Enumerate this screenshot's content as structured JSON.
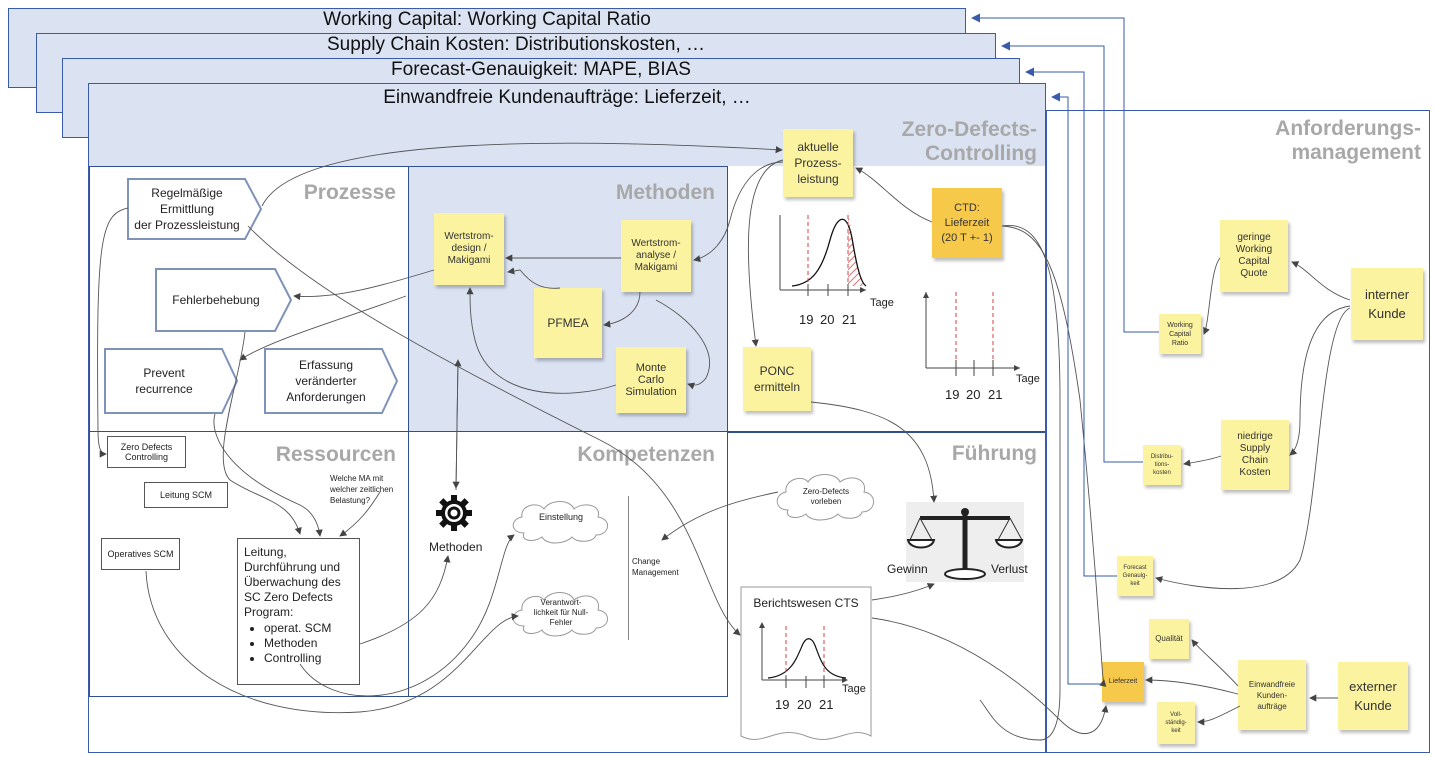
{
  "layers": {
    "working_capital": "Working Capital: Working Capital Ratio",
    "supply_chain": "Supply Chain Kosten: Distributionskosten, …",
    "forecast": "Forecast-Genauigkeit: MAPE, BIAS",
    "kundenauftraege": "Einwandfreie Kundenaufträge: Lieferzeit, …"
  },
  "sections": {
    "zero_defects_controlling": "Zero-Defects-\nControlling",
    "anforderungsmanagement": "Anforderungs-\nmanagement",
    "prozesse": "Prozesse",
    "methoden": "Methoden",
    "ressourcen": "Ressourcen",
    "kompetenzen": "Kompetenzen",
    "fuehrung": "Führung"
  },
  "prozesse": {
    "regelmaessige": "Regelmäßige\nErmittlung\nder Prozessleistung",
    "fehlerbehebung": "Fehlerbehebung",
    "prevent": "Prevent\nrecurrence",
    "erfassung": "Erfassung\nveränderter\nAnforderungen"
  },
  "methoden": {
    "wertstromdesign": "Wertstrom-\ndesign /\nMakigami",
    "wertstromanalyse": "Wertstrom-\nanalyse /\nMakigami",
    "pfmea": "PFMEA",
    "monte_carlo": "Monte\nCarlo\nSimulation"
  },
  "controlling": {
    "aktuelle": "aktuelle\nProzess-\nleistung",
    "ctd": "CTD:\nLieferzeit\n(20 T +- 1)",
    "ponc": "PONC\nermitteln",
    "axis_label": "Tage",
    "ticks": [
      "19",
      "20",
      "21"
    ]
  },
  "ressourcen": {
    "zero_defects": "Zero Defects\nControlling",
    "leitung": "Leitung SCM",
    "operatives": "Operatives SCM",
    "leitung_text": "Leitung,\nDurchführung und\nÜberwachung des\nSC Zero Defects\nProgram:",
    "bullets": [
      "operat. SCM",
      "Methoden",
      "Controlling"
    ],
    "question": "Welche MA mit\nwelcher zeitlichen\nBelastung?"
  },
  "kompetenzen": {
    "methoden_label": "Methoden",
    "einstellung": "Einstellung",
    "verantwort": "Verantwort-\nlichkeit für Null-\nFehler",
    "change": "Change\nManagement"
  },
  "fuehrung": {
    "zero_vorleben": "Zero-Defects\nvorleben",
    "berichtswesen": "Berichtswesen CTS",
    "gewinn": "Gewinn",
    "verlust": "Verlust",
    "axis_label": "Tage",
    "ticks": [
      "19",
      "20",
      "21"
    ]
  },
  "anforderung": {
    "geringe": "geringe\nWorking\nCapital\nQuote",
    "interner": "interner\nKunde",
    "wc_ratio": "Working\nCapital\nRatio",
    "niedrige": "niedrige\nSupply\nChain\nKosten",
    "distrib": "Distribu-\ntions-\nkosten",
    "forecast_gen": "Forecast\nGenauig-\nkeit",
    "qualitaet": "Qualität",
    "lieferzeit": "Lieferzeit",
    "einwandfreie": "Einwandfreie\nKunden-\naufträge",
    "externer": "externer\nKunde",
    "vollstaendig": "Voll-\nständig-\nkeit"
  }
}
